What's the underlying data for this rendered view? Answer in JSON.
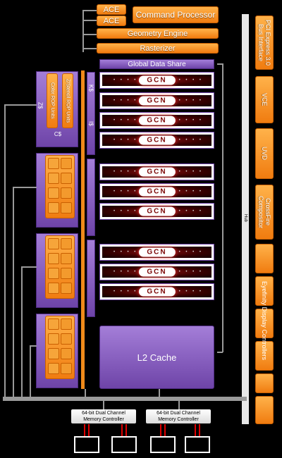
{
  "top": {
    "ace_1": "ACE",
    "ace_2": "ACE",
    "command_processor": "Command Processor",
    "geometry_engine": "Geometry Engine",
    "rasterizer": "Rasterizer"
  },
  "core": {
    "global_data_share": "Global Data Share",
    "gcn_label": "GCN",
    "l2_cache": "L2 Cache",
    "k_cache": "K$",
    "i_cache": "I$"
  },
  "rop": {
    "zs": "Z$",
    "cs": "C$",
    "color_rop_units": "Color ROP Units",
    "zstencil_rop_units": "Z/Stencil ROP Units"
  },
  "right_column": {
    "pcie": "PCI Express 3.0 Bus Interface",
    "vce": "VCE",
    "uvd": "UVD",
    "crossfire": "CrossFire Compositor",
    "eyefinity": "Eyefinity Display Controllers",
    "hub": "Hub"
  },
  "memory": {
    "controller_1_line1": "64-bit Dual Channel",
    "controller_1_line2": "Memory Controller",
    "controller_2_line1": "64-bit Dual Channel",
    "controller_2_line2": "Memory Controller"
  },
  "colors": {
    "orange": "#f07c10",
    "purple": "#6e44a8",
    "gcn_red": "#8a1010",
    "connector_gray": "#9a9a9a",
    "memory_arrow_red": "#e00000"
  }
}
